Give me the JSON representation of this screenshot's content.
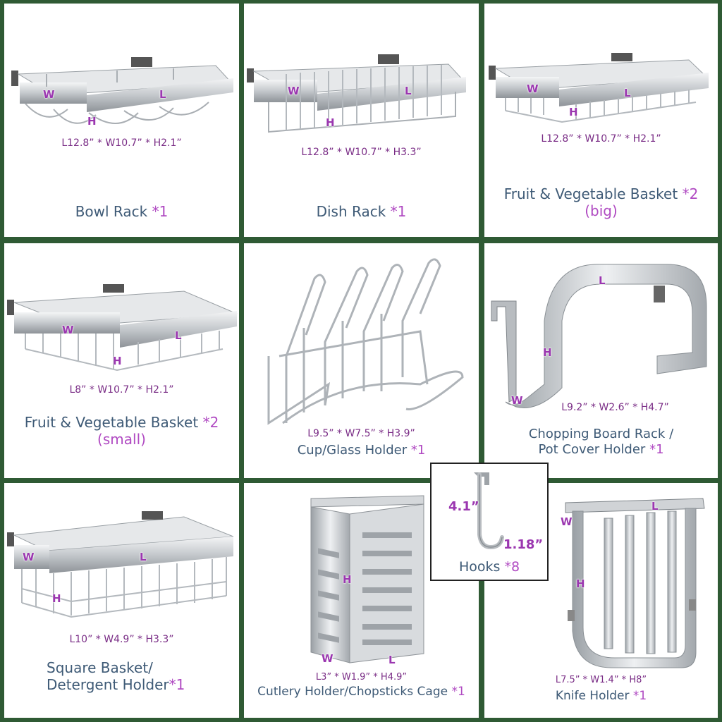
{
  "colors": {
    "background": "#2f5a34",
    "panel": "#ffffff",
    "name_text": "#3e5a76",
    "quantity_text": "#b04ac2",
    "dimension_text": "#7a2d86",
    "metal": "#c9ccd0"
  },
  "products": [
    {
      "name": "Bowl Rack",
      "qty": "*1",
      "dims": "L12.8” * W10.7” * H2.1”",
      "labels": {
        "w": "W",
        "l": "L",
        "h": "H"
      }
    },
    {
      "name": "Dish Rack",
      "qty": "*1",
      "dims": "L12.8” * W10.7” * H3.3”",
      "labels": {
        "w": "W",
        "l": "L",
        "h": "H"
      }
    },
    {
      "name": "Fruit & Vegetable Basket",
      "qty": "*2",
      "sub": "(big)",
      "dims": "L12.8” * W10.7” * H2.1”",
      "labels": {
        "w": "W",
        "l": "L",
        "h": "H"
      }
    },
    {
      "name": "Fruit & Vegetable Basket",
      "qty": "*2",
      "sub": "(small)",
      "dims": "L8” * W10.7” * H2.1”",
      "labels": {
        "w": "W",
        "l": "L",
        "h": "H"
      }
    },
    {
      "name": "Cup/Glass Holder",
      "qty": "*1",
      "dims": "L9.5” * W7.5” * H3.9”"
    },
    {
      "name_line1": "Chopping Board Rack /",
      "name_line2": "Pot Cover Holder",
      "qty": "*1",
      "dims": "L9.2” * W2.6” * H4.7”",
      "labels": {
        "w": "W",
        "l": "L",
        "h": "H"
      }
    },
    {
      "name_line1": "Square Basket/",
      "name_line2": "Detergent Holder",
      "qty": "*1",
      "dims": "L10” * W4.9” * H3.3”",
      "labels": {
        "w": "W",
        "l": "L",
        "h": "H"
      }
    },
    {
      "name": "Cutlery Holder/Chopsticks Cage",
      "qty": "*1",
      "dims": "L3” * W1.9” * H4.9”",
      "labels": {
        "w": "W",
        "l": "L",
        "h": "H"
      }
    },
    {
      "name": "Knife Holder",
      "qty": "*1",
      "dims": "L7.5” * W1.4” * H8”",
      "labels": {
        "w": "W",
        "l": "L",
        "h": "H"
      }
    }
  ],
  "hooks": {
    "name": "Hooks",
    "qty": "*8",
    "height": "4.1”",
    "width": "1.18”"
  }
}
